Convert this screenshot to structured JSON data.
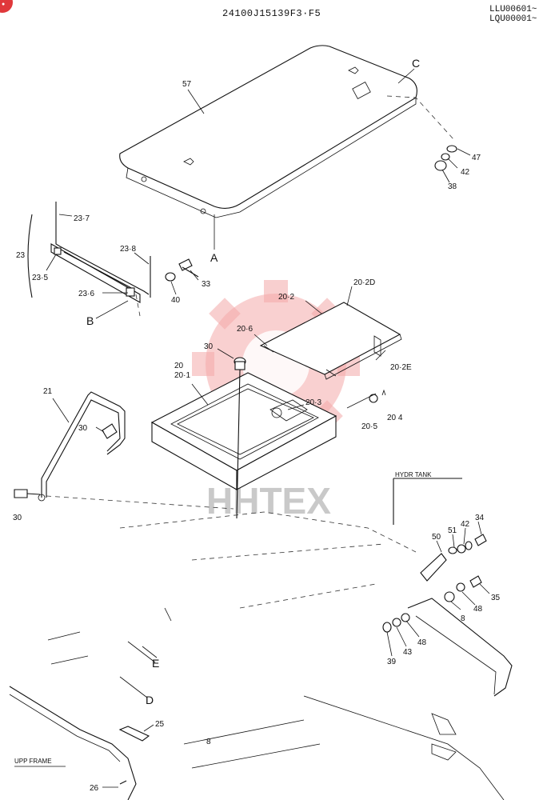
{
  "header": {
    "doc_number": "24100J15139F3·F5",
    "serial_range_1": "LLU00601~",
    "serial_range_2": "LQU00001~"
  },
  "watermark": {
    "text": "HHTEX",
    "gear_color": "#f4a9a9"
  },
  "callouts": {
    "c57": "57",
    "cC": "C",
    "cA": "A",
    "cB": "B",
    "cD": "D",
    "cE": "E",
    "c47": "47",
    "c42a": "42",
    "c38": "38",
    "c23": "23",
    "c23_7": "23·7",
    "c23_5": "23·5",
    "c23_6": "23·6",
    "c23_8": "23·8",
    "c33": "33",
    "c40": "40",
    "c20_2": "20·2",
    "c20_2D": "20·2D",
    "c20_6": "20·6",
    "c20_2E": "20·2E",
    "c30a": "30",
    "c20": "20",
    "c20_1": "20·1",
    "c20_3": "20·3",
    "c20_4": "20 4",
    "c20_5": "20·5",
    "c21": "21",
    "c30b": "30",
    "c30c": "30",
    "c50": "50",
    "c51": "51",
    "c42b": "42",
    "c34": "34",
    "c35": "35",
    "c8": "8",
    "c48a": "48",
    "c48b": "48",
    "c43": "43",
    "c39": "39",
    "c25": "25",
    "c26": "26",
    "c8b": "8"
  },
  "labels": {
    "hydr_tank": "HYDR TANK",
    "upp_frame": "UPP FRAME"
  }
}
